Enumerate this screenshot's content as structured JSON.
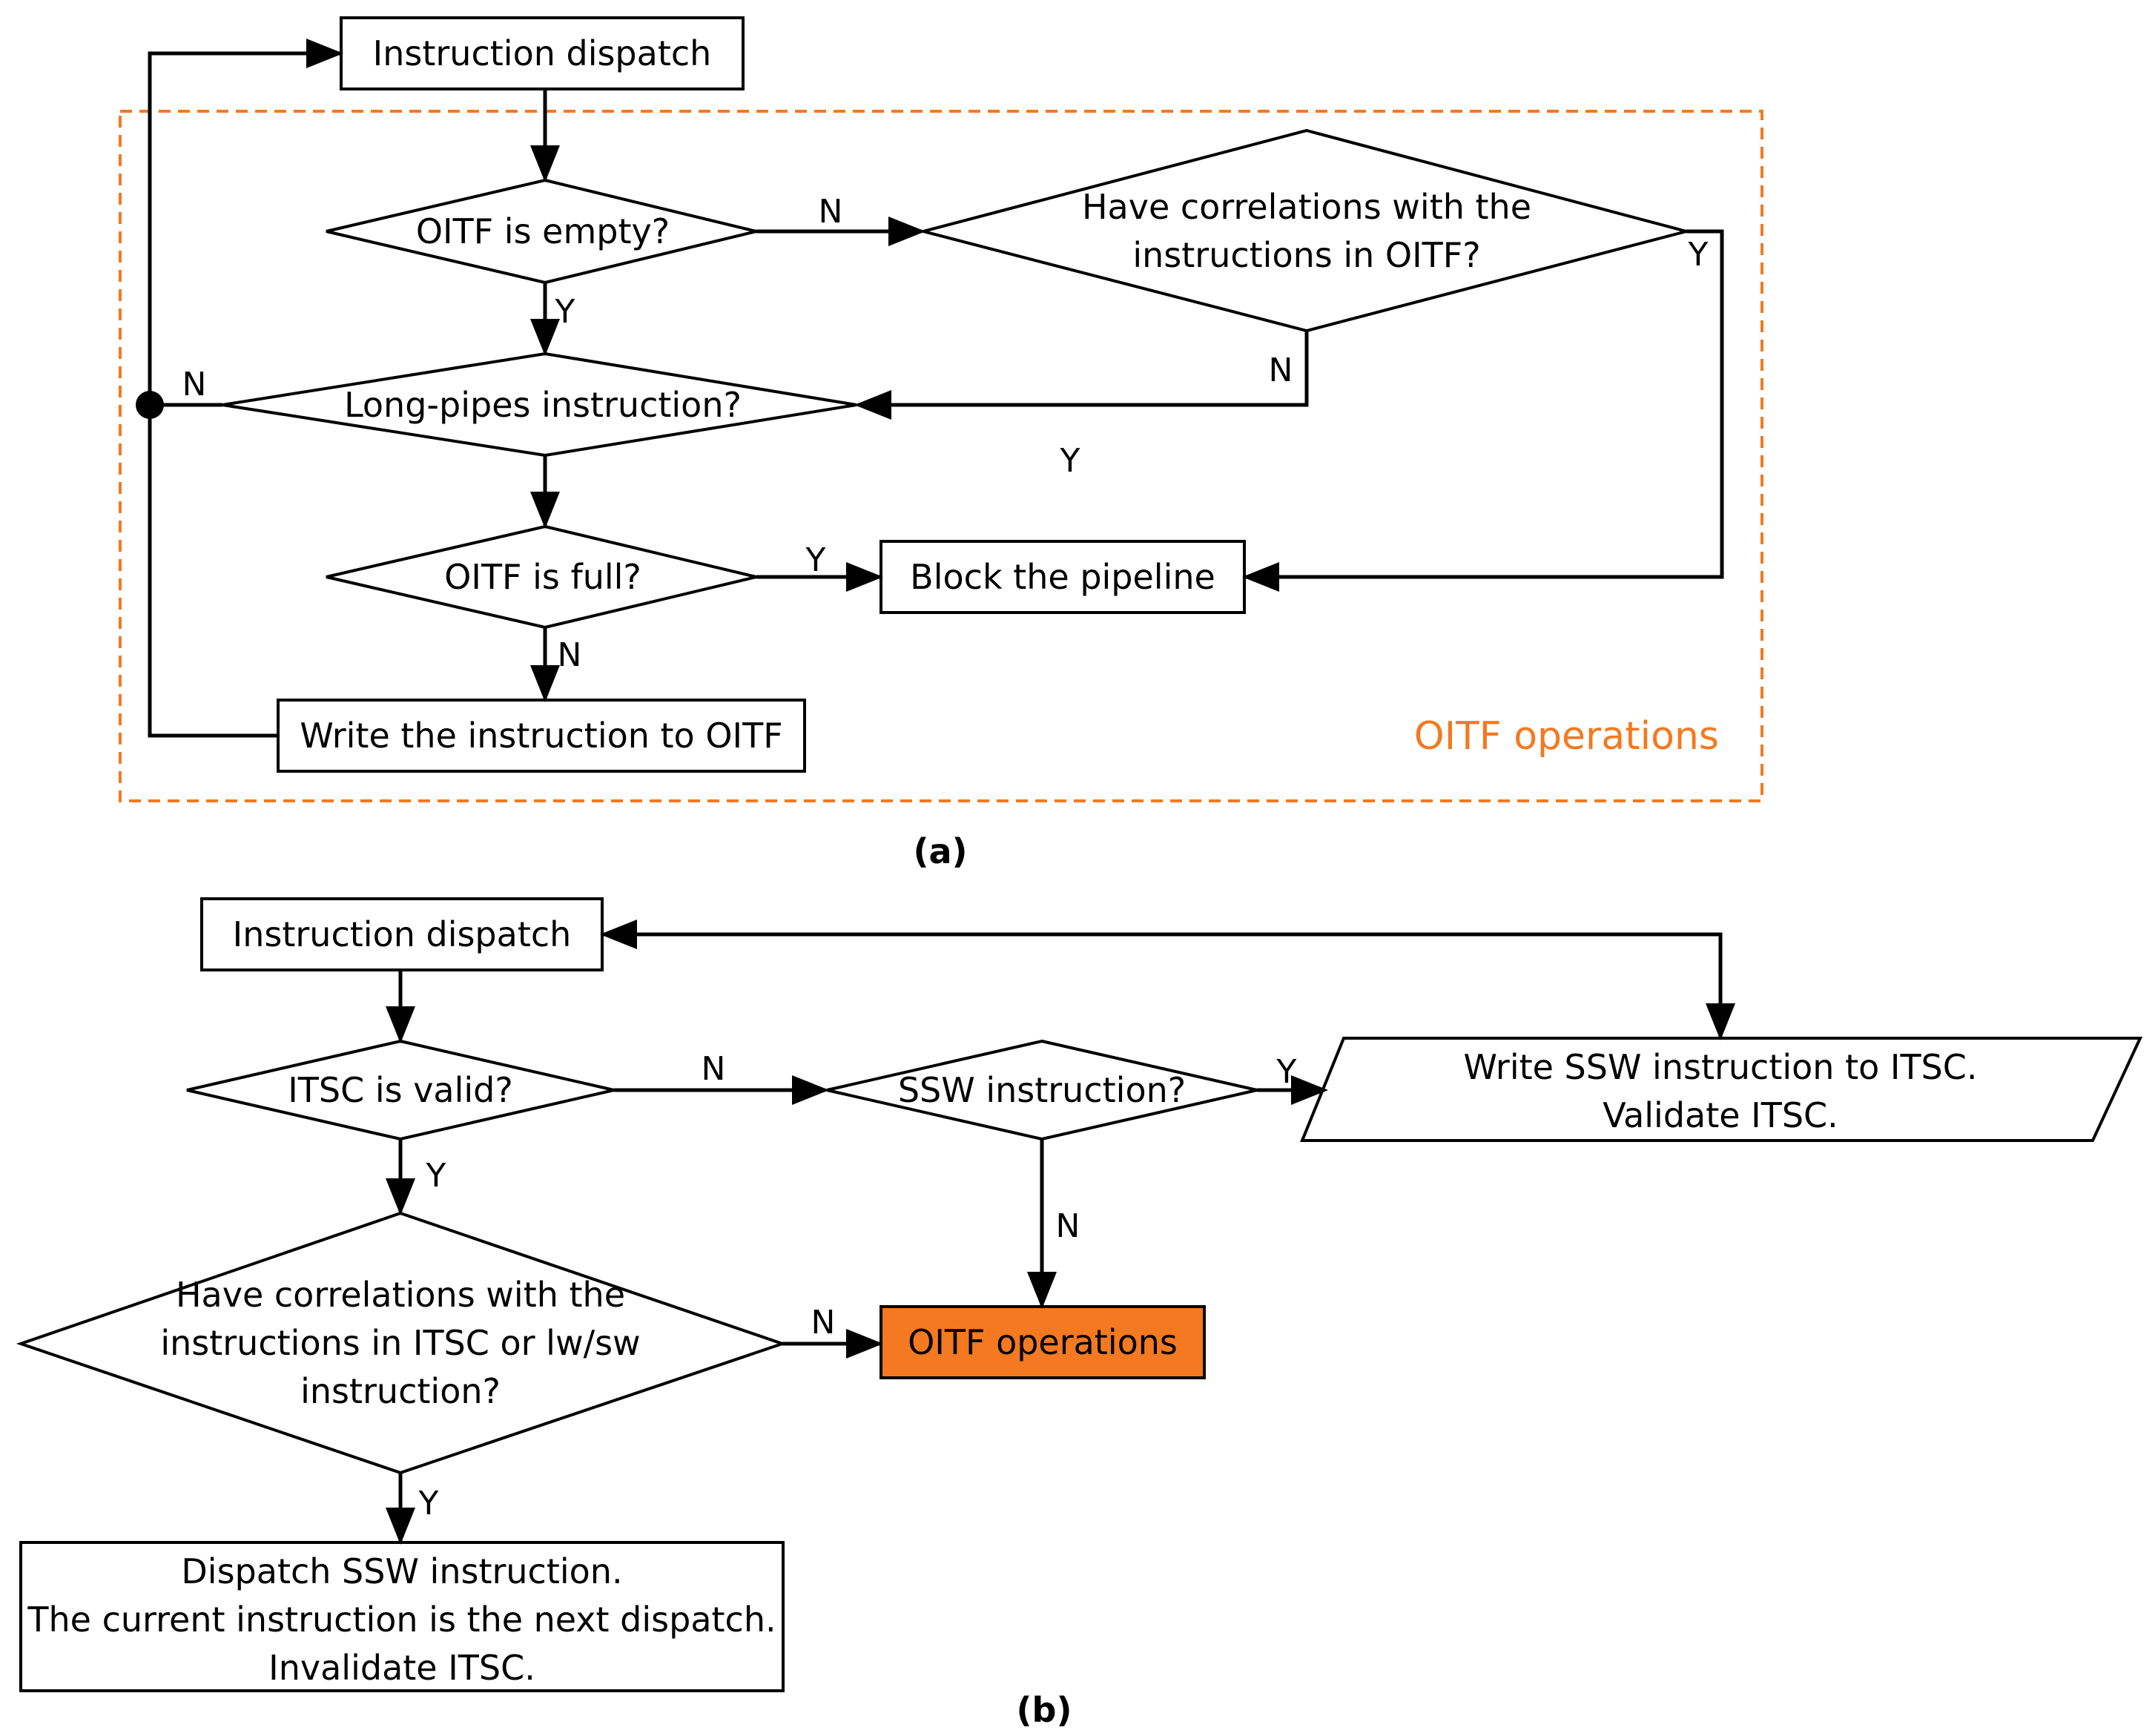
{
  "colors": {
    "accent": "#F47920",
    "stroke": "#000000",
    "background": "#FFFFFF"
  },
  "diagram_a": {
    "caption": "(a)",
    "group_label": "OITF operations",
    "nodes": {
      "dispatch": "Instruction dispatch",
      "oitf_empty": "OITF is empty?",
      "correlations": [
        "Have correlations with the",
        "instructions in OITF?"
      ],
      "long_pipes": "Long-pipes instruction?",
      "oitf_full": "OITF is full?",
      "block": "Block the pipeline",
      "write_oitf": "Write the instruction to OITF"
    },
    "edge_labels": {
      "empty_to_corr": "N",
      "empty_to_long": "Y",
      "corr_yes": "Y",
      "corr_no": "N",
      "long_no": "N",
      "stray_y": "Y",
      "full_yes": "Y",
      "full_no": "N"
    }
  },
  "diagram_b": {
    "caption": "(b)",
    "nodes": {
      "dispatch": "Instruction dispatch",
      "itsc_valid": "ITSC is valid?",
      "ssw": "SSW instruction?",
      "write_ssw": [
        "Write SSW instruction to ITSC.",
        "Validate ITSC."
      ],
      "correlations": [
        "Have correlations with the",
        "instructions in ITSC or lw/sw",
        "instruction?"
      ],
      "oitf_ops": "OITF operations",
      "dispatch_ssw": [
        "Dispatch SSW instruction.",
        "The current instruction is the next dispatch.",
        "Invalidate ITSC."
      ]
    },
    "edge_labels": {
      "valid_no": "N",
      "valid_yes": "Y",
      "ssw_yes": "Y",
      "ssw_no": "N",
      "corr_no": "N",
      "corr_yes": "Y"
    }
  }
}
